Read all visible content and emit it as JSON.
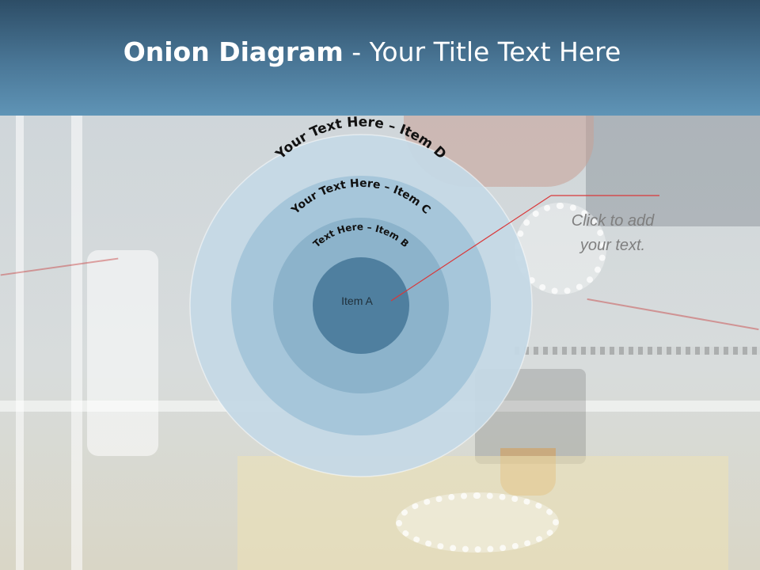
{
  "title": {
    "strong": "Onion Diagram",
    "rest": " - Your Title Text Here"
  },
  "onion": {
    "item_d": "Your Text Here – Item D",
    "item_c": "Your Text Here – Item C",
    "item_b": "Text Here – Item B",
    "item_a": "Item A"
  },
  "callout": {
    "text": "Click  to add\nyour text."
  },
  "colors": {
    "ring_d": "#c5d9e5",
    "ring_c": "#a6c6da",
    "ring_b": "#8cb3cb",
    "core_a": "#4f7f9f",
    "connector": "#d9383a"
  }
}
